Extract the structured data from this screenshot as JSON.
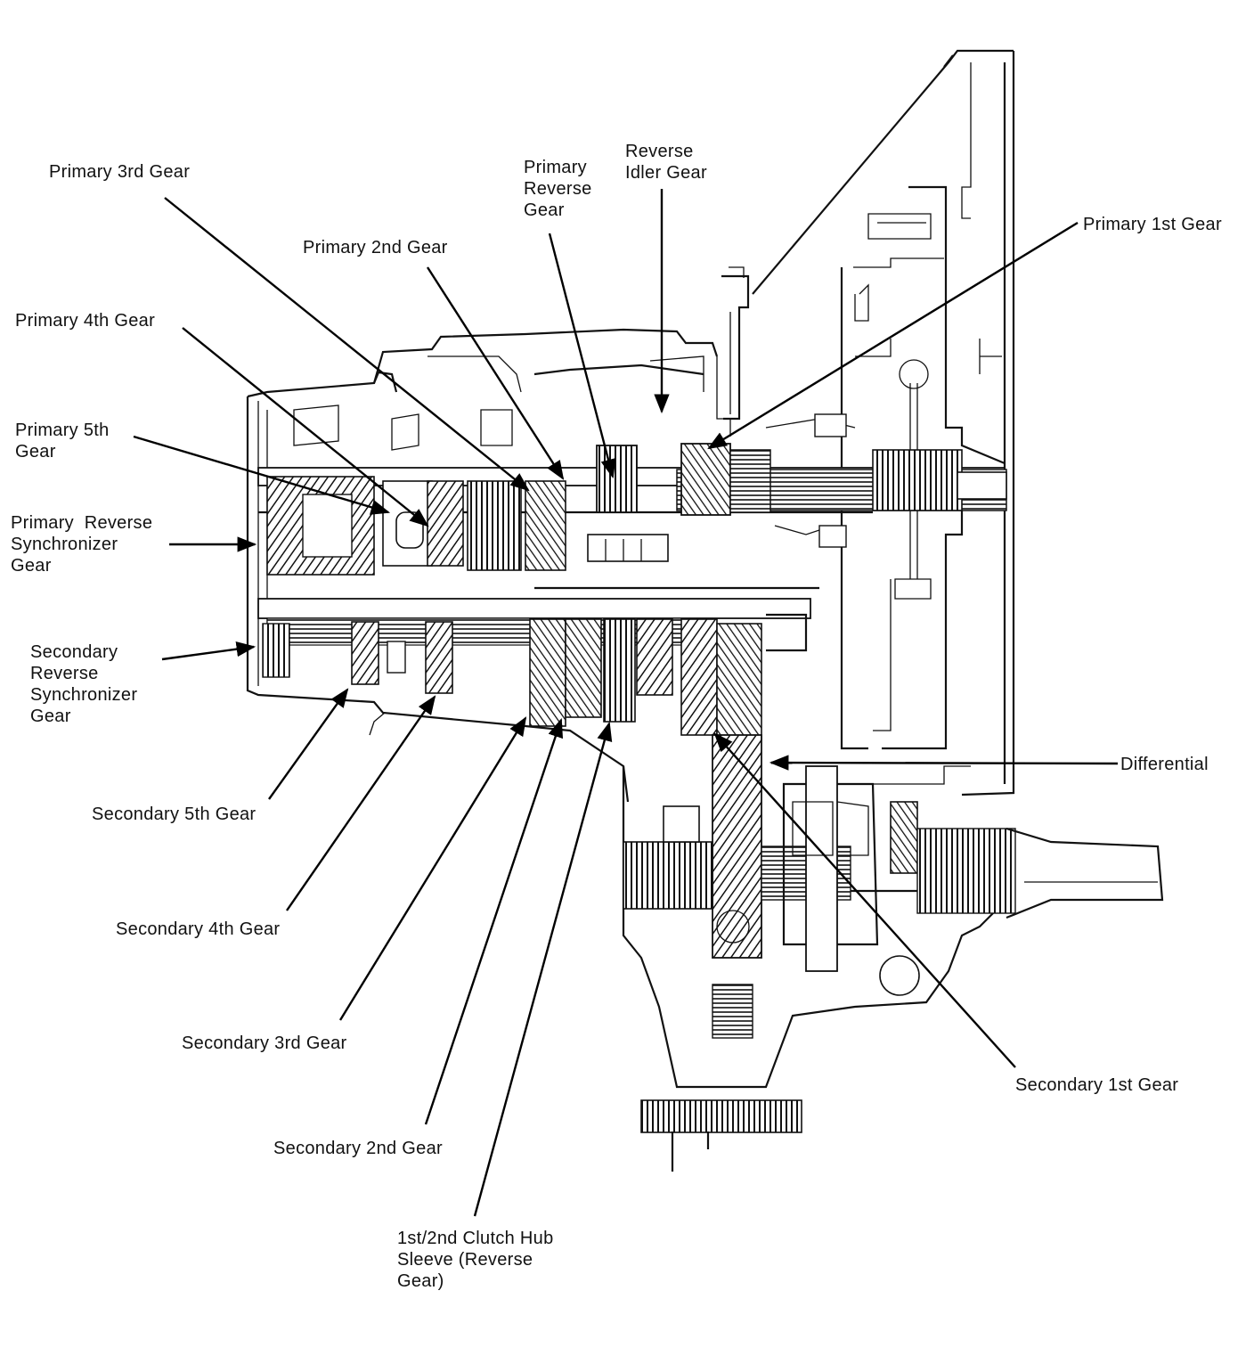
{
  "labels": {
    "primary_3rd_gear": "Primary 3rd Gear",
    "primary_2nd_gear": "Primary 2nd Gear",
    "primary_4th_gear": "Primary 4th Gear",
    "primary_5th_gear": "Primary 5th\nGear",
    "primary_reverse_sync_gear": "Primary  Reverse\nSynchronizer\nGear",
    "secondary_reverse_sync_gear": "Secondary\nReverse\nSynchronizer\nGear",
    "primary_reverse_gear": "Primary\nReverse\nGear",
    "reverse_idler_gear": "Reverse\nIdler Gear",
    "primary_1st_gear": "Primary 1st Gear",
    "differential": "Differential",
    "secondary_5th_gear": "Secondary 5th Gear",
    "secondary_4th_gear": "Secondary 4th Gear",
    "secondary_3rd_gear": "Secondary 3rd Gear",
    "secondary_2nd_gear": "Secondary 2nd Gear",
    "secondary_1st_gear": "Secondary 1st Gear",
    "clutch_hub_sleeve": "1st/2nd Clutch Hub\nSleeve (Reverse\nGear)"
  },
  "colors": {
    "ink": "#111111",
    "paper": "#ffffff"
  }
}
